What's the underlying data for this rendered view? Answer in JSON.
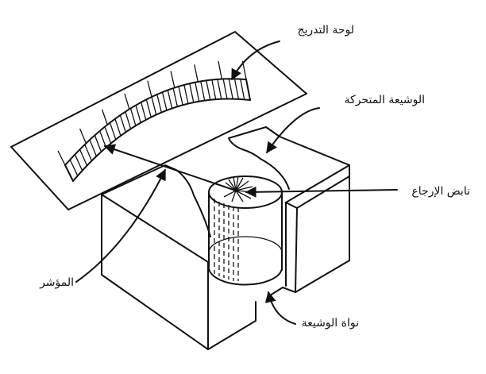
{
  "labels": {
    "scale_plate": "لوحة التدريج",
    "moving_coil": "الوشيعة المتحركة",
    "return_spring": "نابض الإرجاع",
    "pointer": "المؤشر",
    "coil_core": "نواة الوشيعة"
  }
}
